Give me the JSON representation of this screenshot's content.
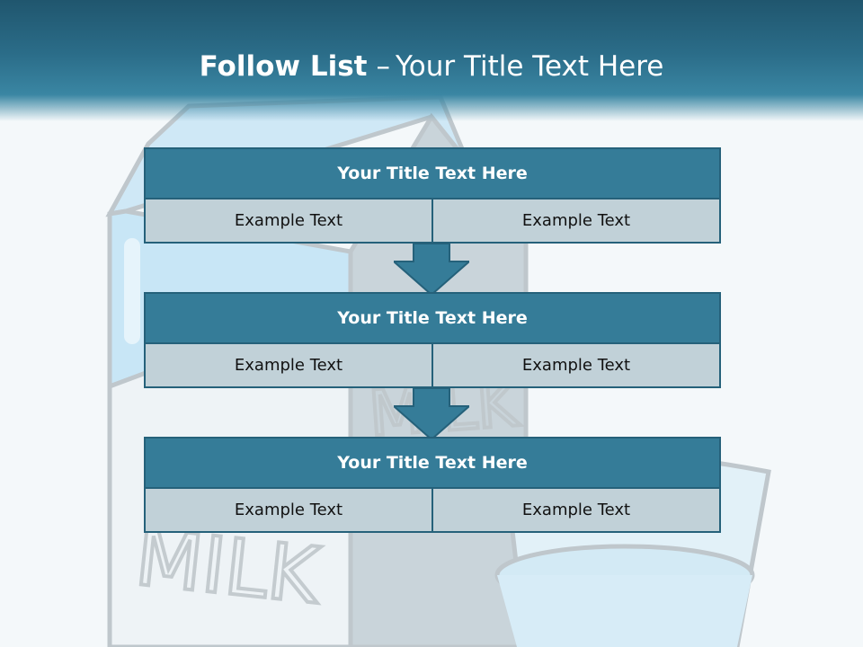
{
  "slide": {
    "title_bold": "Follow List",
    "title_sep": "–",
    "title_rest": "Your Title Text Here"
  },
  "steps": [
    {
      "title": "Your Title Text Here",
      "left": "Example Text",
      "right": "Example Text"
    },
    {
      "title": "Your Title Text Here",
      "left": "Example Text",
      "right": "Example Text"
    },
    {
      "title": "Your Title Text Here",
      "left": "Example Text",
      "right": "Example Text"
    }
  ],
  "background": {
    "carton_lettering": "MILK"
  },
  "colors": {
    "header_dark": "#20566e",
    "box_title": "#357c98",
    "box_border": "#25617a",
    "box_cell": "#c1d1d8",
    "arrow": "#357c98"
  }
}
